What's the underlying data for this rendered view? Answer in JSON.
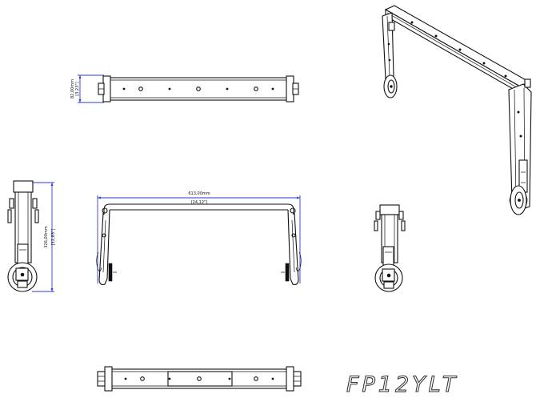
{
  "product": {
    "name": "FP12YLT"
  },
  "dimensions": {
    "width_mm": "613,00mm",
    "width_in": "[24,12\"]",
    "height_mm": "326,00mm",
    "height_in": "[12,83\"]",
    "depth_mm": "82,00mm",
    "depth_in": "[3,23\"]"
  },
  "colors": {
    "dimension_line": "#2b3bd6",
    "drawing_line": "#111111"
  }
}
